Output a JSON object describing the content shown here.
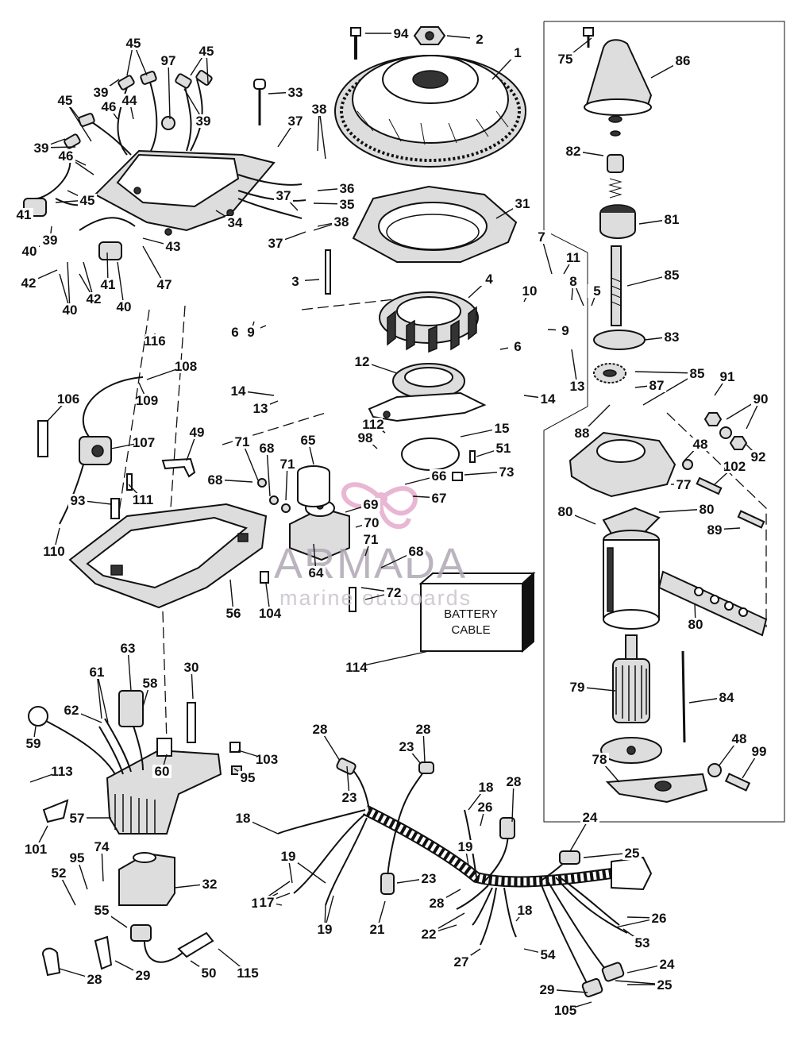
{
  "logo": {
    "main": "ARMADA",
    "sub": "marine outboards"
  },
  "battery_cable_box": {
    "line1": "BATTERY",
    "line2": "CABLE"
  },
  "callouts": [
    "94",
    "2",
    "1",
    "75",
    "86",
    "45",
    "97",
    "45",
    "39",
    "39",
    "33",
    "45",
    "46",
    "44",
    "37",
    "38",
    "39",
    "39",
    "46",
    "82",
    "81",
    "36",
    "35",
    "45",
    "37",
    "38",
    "31",
    "34",
    "41",
    "39",
    "43",
    "37",
    "40",
    "7",
    "11",
    "47",
    "3",
    "85",
    "42",
    "42",
    "41",
    "40",
    "8",
    "10",
    "5",
    "4",
    "40",
    "9",
    "116",
    "83",
    "6",
    "9",
    "6",
    "108",
    "12",
    "85",
    "13",
    "87",
    "91",
    "109",
    "14",
    "14",
    "90",
    "106",
    "13",
    "112",
    "88",
    "15",
    "48",
    "107",
    "98",
    "49",
    "51",
    "92",
    "102",
    "73",
    "71",
    "68",
    "71",
    "66",
    "65",
    "67",
    "68",
    "69",
    "111",
    "77",
    "80",
    "80",
    "93",
    "89",
    "70",
    "71",
    "110",
    "68",
    "64",
    "72",
    "56",
    "104",
    "80",
    "114",
    "63",
    "30",
    "61",
    "58",
    "79",
    "84",
    "62",
    "28",
    "28",
    "59",
    "60",
    "48",
    "23",
    "103",
    "78",
    "99",
    "95",
    "113",
    "18",
    "28",
    "57",
    "26",
    "23",
    "18",
    "24",
    "101",
    "25",
    "19",
    "74",
    "95",
    "52",
    "32",
    "23",
    "55",
    "18",
    "19",
    "19",
    "26",
    "28",
    "21",
    "22",
    "18",
    "53",
    "17",
    "27",
    "54",
    "50",
    "115",
    "29",
    "28",
    "24",
    "25",
    "29",
    "105"
  ]
}
